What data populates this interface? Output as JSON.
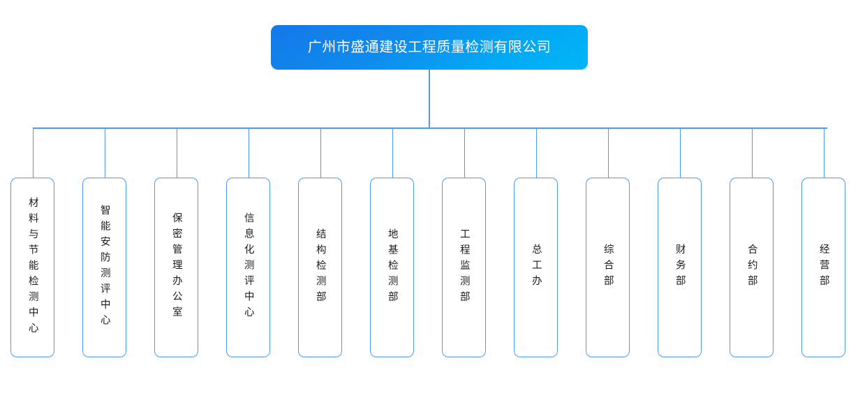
{
  "chart_data": {
    "type": "diagram",
    "diagram_type": "organizational-chart",
    "title": "广州市盛通建设工程质量检测有限公司",
    "orientation": "top-down",
    "levels": 2,
    "root": {
      "label": "广州市盛通建设工程质量检测有限公司",
      "level": 0
    },
    "children": [
      {
        "label": "材料与节能检测中心",
        "level": 1,
        "index": 0
      },
      {
        "label": "智能安防测评中心",
        "level": 1,
        "index": 1
      },
      {
        "label": "保密管理办公室",
        "level": 1,
        "index": 2
      },
      {
        "label": "信息化测评中心",
        "level": 1,
        "index": 3
      },
      {
        "label": "结构检测部",
        "level": 1,
        "index": 4
      },
      {
        "label": "地基检测部",
        "level": 1,
        "index": 5
      },
      {
        "label": "工程监测部",
        "level": 1,
        "index": 6
      },
      {
        "label": "总工办",
        "level": 1,
        "index": 7
      },
      {
        "label": "综合部",
        "level": 1,
        "index": 8
      },
      {
        "label": "财务部",
        "level": 1,
        "index": 9
      },
      {
        "label": "合约部",
        "level": 1,
        "index": 10
      },
      {
        "label": "经营部",
        "level": 1,
        "index": 11
      }
    ]
  },
  "org": {
    "root": {
      "name": "广州市盛通建设工程质量检测有限公司"
    },
    "departments": [
      {
        "name": "材料与节能检测中心"
      },
      {
        "name": "智能安防测评中心"
      },
      {
        "name": "保密管理办公室"
      },
      {
        "name": "信息化测评中心"
      },
      {
        "name": "结构检测部"
      },
      {
        "name": "地基检测部"
      },
      {
        "name": "工程监测部"
      },
      {
        "name": "总工办"
      },
      {
        "name": "综合部"
      },
      {
        "name": "财务部"
      },
      {
        "name": "合约部"
      },
      {
        "name": "经营部"
      }
    ]
  },
  "colors": {
    "root_gradient_start": "#1478e8",
    "root_gradient_end": "#00b6f7",
    "root_text": "#ffffff",
    "connector_line": "#4a9bf0",
    "node_border": "#4a9bf0",
    "node_fill": "#ffffff",
    "node_text": "#1b1b1b",
    "background": "#ffffff"
  }
}
